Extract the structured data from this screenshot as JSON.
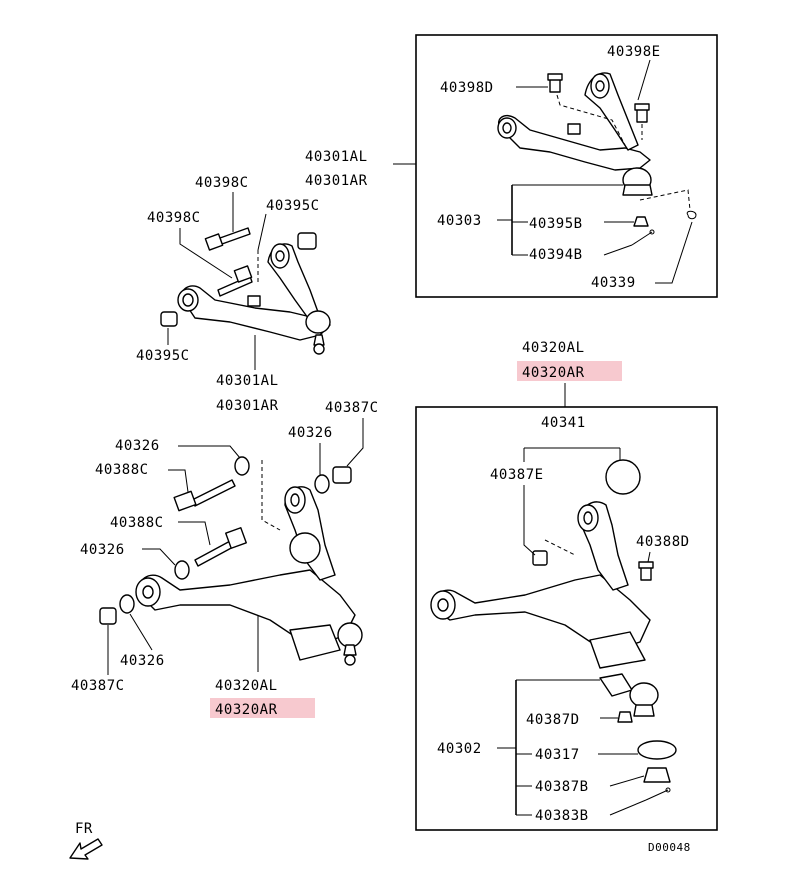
{
  "labels": {
    "upper_box_40398E": "40398E",
    "upper_box_40398D": "40398D",
    "upper_arm_L": "40301AL",
    "upper_arm_R": "40301AR",
    "upper_box_40303": "40303",
    "upper_box_40395B": "40395B",
    "upper_box_40394B": "40394B",
    "upper_box_40339": "40339",
    "left_40398C_top": "40398C",
    "left_40398C_mid": "40398C",
    "left_40395C_top": "40395C",
    "left_40395C_bot": "40395C",
    "left_upper_arm_L": "40301AL",
    "left_upper_arm_R": "40301AR",
    "lower_40387C_top": "40387C",
    "lower_40326_a": "40326",
    "lower_40326_b": "40326",
    "lower_40388C_a": "40388C",
    "lower_40388C_b": "40388C",
    "lower_40326_c": "40326",
    "lower_40326_d": "40326",
    "lower_40387C_bot": "40387C",
    "lower_arm_L": "40320AL",
    "lower_arm_R": "40320AR",
    "right_lower_arm_L": "40320AL",
    "right_lower_arm_R": "40320AR",
    "right_40341": "40341",
    "right_40387E": "40387E",
    "right_40388D": "40388D",
    "right_40302": "40302",
    "right_40387D": "40387D",
    "right_40317": "40317",
    "right_40387B": "40387B",
    "right_40383B": "40383B",
    "fr": "FR",
    "diagram_code": "D00048"
  },
  "colors": {
    "highlight": "#f7c9cf",
    "line": "#000000"
  }
}
